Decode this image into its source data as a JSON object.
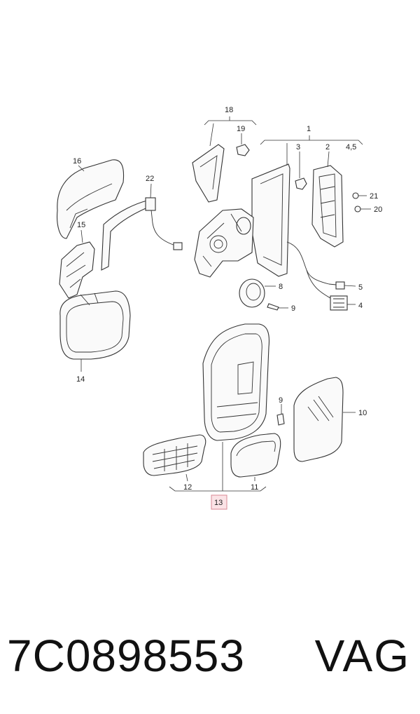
{
  "callouts": {
    "c1": "1",
    "c2": "2",
    "c3": "3",
    "c45": "4,5",
    "c4": "4",
    "c5": "5",
    "c8": "8",
    "c9a": "9",
    "c9b": "9",
    "c10": "10",
    "c11": "11",
    "c12": "12",
    "c13": "13",
    "c14": "14",
    "c15": "15",
    "c16": "16",
    "c18": "18",
    "c19": "19",
    "c20": "20",
    "c21": "21",
    "c22": "22"
  },
  "colors": {
    "highlight_fill": "#fbe3e6",
    "highlight_stroke": "#d98a94",
    "line": "#333333"
  },
  "footer": {
    "part_number": "7C0898553",
    "brand": "VAG"
  }
}
